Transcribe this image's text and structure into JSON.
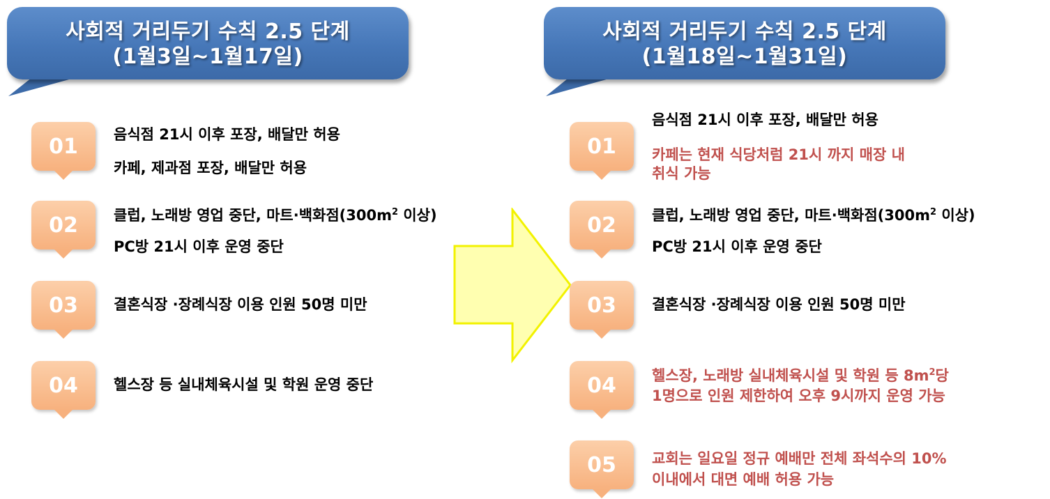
{
  "left": {
    "title_line1": "사회적 거리두기 수칙 2.5 단계",
    "title_line2": "(1월3일~1월17일)",
    "items": [
      {
        "num": "01",
        "line1": "음식점 21시 이후 포장, 배달만 허용",
        "line2": "카페, 제과점 포장, 배달만 허용"
      },
      {
        "num": "02",
        "line1_pre": "클럽, 노래방 영업 중단, 마트·백화점(300m",
        "line1_sup": "2",
        "line1_post": " 이상)",
        "line2": "PC방 21시 이후 운영 중단"
      },
      {
        "num": "03",
        "line1": "결혼식장 ·장례식장 이용 인원 50명 미만"
      },
      {
        "num": "04",
        "line1": "헬스장 등 실내체육시설 및 학원 운영 중단"
      }
    ]
  },
  "right": {
    "title_line1": "사회적 거리두기 수칙 2.5 단계",
    "title_line2": "(1월18일~1월31일)",
    "items": [
      {
        "num": "01",
        "line1": "음식점 21시 이후 포장, 배달만 허용",
        "line2": "카페는 현재 식당처럼 21시 까지 매장 내",
        "line3": "취식 가능"
      },
      {
        "num": "02",
        "line1_pre": "클럽, 노래방 영업 중단, 마트·백화점(300m",
        "line1_sup": "2",
        "line1_post": " 이상)",
        "line2": "PC방 21시 이후 운영 중단"
      },
      {
        "num": "03",
        "line1": "결혼식장 ·장례식장 이용 인원 50명 미만"
      },
      {
        "num": "04",
        "line1_pre": "헬스장, 노래방  실내체육시설 및 학원 등 8m",
        "line1_sup": "2",
        "line1_post": "당",
        "line2": "1명으로 인원 제한하여 오후 9시까지 운영 가능"
      },
      {
        "num": "05",
        "line1": "교회는 일요일 정규 예배만 전체 좌석수의 10%",
        "line2": "이내에서 대면 예배 허용 가능"
      }
    ]
  },
  "colors": {
    "bubble_blue": "#4677b8",
    "badge_orange": "#f7b17e",
    "arrow_yellow": "#ffff00",
    "highlight_red": "#c0504d"
  }
}
